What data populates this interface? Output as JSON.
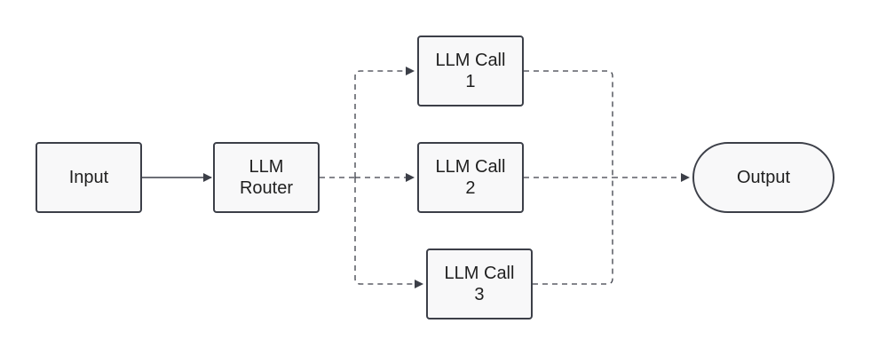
{
  "nodes": {
    "input": "Input",
    "router": "LLM\nRouter",
    "call1": "LLM Call\n1",
    "call2": "LLM Call\n2",
    "call3": "LLM Call\n3",
    "output": "Output"
  },
  "colors": {
    "stroke": "#3c3f48",
    "node_fill": "#f8f8f9",
    "text": "#1f1f1f"
  }
}
